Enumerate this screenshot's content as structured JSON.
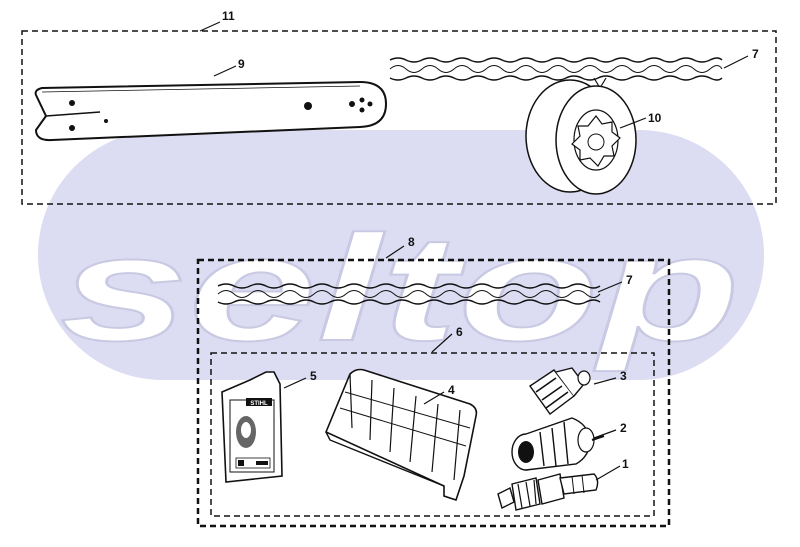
{
  "watermark": {
    "text": "seltop",
    "color": "#dcdcf2"
  },
  "callouts": {
    "c1": "1",
    "c2": "2",
    "c3": "3",
    "c4": "4",
    "c5": "5",
    "c6": "6",
    "c7a": "7",
    "c7b": "7",
    "c8": "8",
    "c9": "9",
    "c10": "10",
    "c11": "11"
  },
  "parts": [
    {
      "id": "spark-plug",
      "icon": "spark-plug-icon"
    },
    {
      "id": "fuel-filter",
      "icon": "fuel-filter-icon"
    },
    {
      "id": "oil-filter",
      "icon": "oil-filter-icon"
    },
    {
      "id": "air-filter",
      "icon": "air-filter-icon"
    },
    {
      "id": "oil-bottle",
      "icon": "oil-bottle-icon"
    },
    {
      "id": "saw-chain",
      "icon": "saw-chain-icon"
    },
    {
      "id": "guide-bar",
      "icon": "guide-bar-icon"
    },
    {
      "id": "sprocket-rim",
      "icon": "sprocket-rim-icon"
    }
  ],
  "bottle_label": {
    "brand": "STIHL"
  }
}
